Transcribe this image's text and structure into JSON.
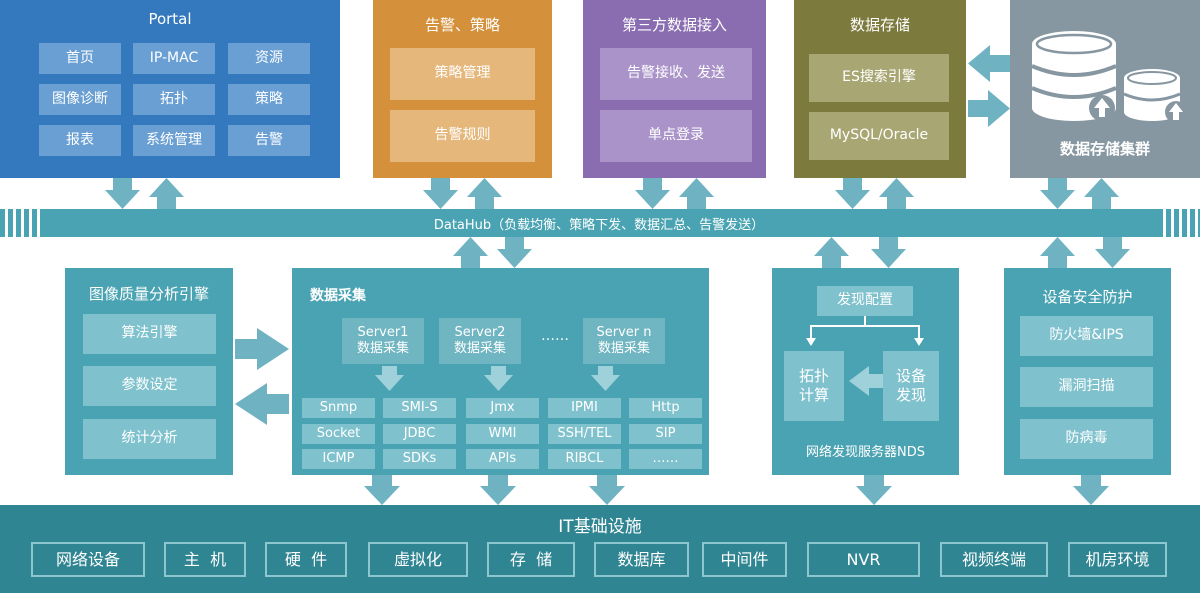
{
  "portal": {
    "title": "Portal",
    "items": [
      "首页",
      "IP-MAC",
      "资源",
      "图像诊断",
      "拓扑",
      "策略",
      "报表",
      "系统管理",
      "告警"
    ]
  },
  "alarm": {
    "title": "告警、策略",
    "items": [
      "策略管理",
      "告警规则"
    ]
  },
  "third": {
    "title": "第三方数据接入",
    "items": [
      "告警接收、发送",
      "单点登录"
    ]
  },
  "storage": {
    "title": "数据存储",
    "items": [
      "ES搜索引擎",
      "MySQL/Oracle"
    ]
  },
  "cluster": {
    "title": "数据存储集群"
  },
  "datahub": {
    "label": "DataHub（负载均衡、策略下发、数据汇总、告警发送）"
  },
  "image": {
    "title": "图像质量分析引擎",
    "items": [
      "算法引擎",
      "参数设定",
      "统计分析"
    ]
  },
  "collect": {
    "title": "数据采集",
    "servers": [
      {
        "l1": "Server1",
        "l2": "数据采集"
      },
      {
        "l1": "Server2",
        "l2": "数据采集"
      },
      {
        "l1": "Server n",
        "l2": "数据采集"
      }
    ],
    "ellipsis": "……",
    "protocols": [
      "Snmp",
      "SMI-S",
      "Jmx",
      "IPMI",
      "Http",
      "Socket",
      "JDBC",
      "WMI",
      "SSH/TEL",
      "SIP",
      "ICMP",
      "SDKs",
      "APIs",
      "RIBCL",
      "……"
    ]
  },
  "nds": {
    "config": "发现配置",
    "topo": [
      "拓扑",
      "计算"
    ],
    "device": [
      "设备",
      "发现"
    ],
    "label": "网络发现服务器NDS"
  },
  "security": {
    "title": "设备安全防护",
    "items": [
      "防火墙&IPS",
      "漏洞扫描",
      "防病毒"
    ]
  },
  "it": {
    "title": "IT基础设施",
    "items": [
      "网络设备",
      "主  机",
      "硬  件",
      "虚拟化",
      "存  储",
      "数据库",
      "中间件",
      "NVR",
      "视频终端",
      "机房环境"
    ]
  },
  "colors": {
    "portal": "#3478bd",
    "alarm": "#d4903a",
    "third": "#8a6cb0",
    "storage": "#7c7a3c",
    "cluster": "#8797a2",
    "teal": "#4aa3b2",
    "arrow": "#6fb3c2",
    "bottom": "#2f8592"
  }
}
